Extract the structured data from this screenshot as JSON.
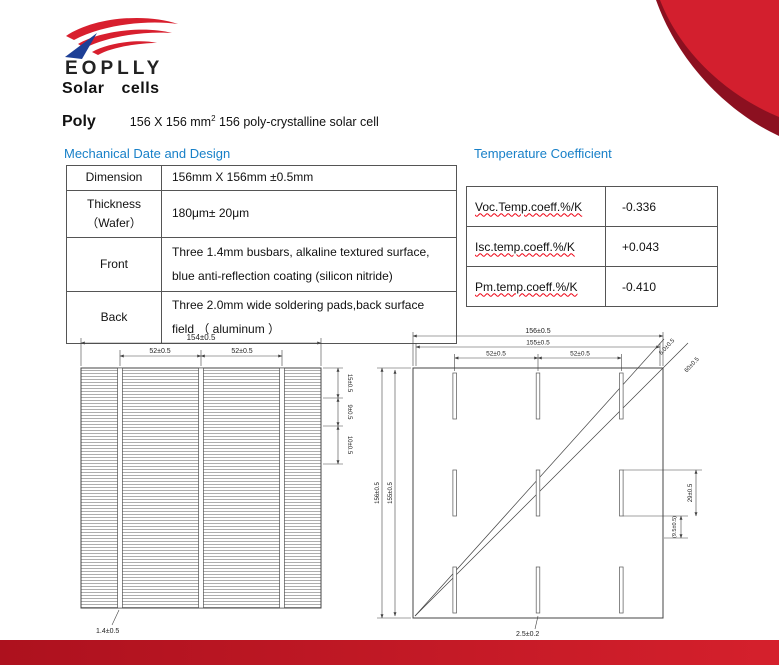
{
  "logo": {
    "text": "EOPLLY"
  },
  "headings": {
    "product": "Solar cells",
    "type": "Poly",
    "type_desc_prefix": "156 X 156 mm",
    "type_desc_sup": "2",
    "type_desc_suffix": " 156 poly-crystalline solar cell"
  },
  "mechanical": {
    "title": "Mechanical Date and Design",
    "rows": [
      {
        "label": "Dimension",
        "value": "156mm X 156mm  ±0.5mm"
      },
      {
        "label": "Thickness",
        "label2": "（Wafer）",
        "value": "180μm±  20μm"
      },
      {
        "label": "Front",
        "value": "Three 1.4mm busbars, alkaline textured surface, blue anti-reflection coating (silicon nitride)"
      },
      {
        "label": "Back",
        "value": "Three 2.0mm wide soldering pads,back surface field （ aluminum ）"
      }
    ]
  },
  "temperature": {
    "title": "Temperature Coefficient",
    "rows": [
      {
        "label": "Voc.Temp.coeff.%/K",
        "value": "-0.336"
      },
      {
        "label": "Isc.temp.coeff.%/K",
        "value": "+0.043"
      },
      {
        "label": "Pm.temp.coeff.%/K",
        "value": "-0.410"
      }
    ]
  },
  "drawings": {
    "front": {
      "dim_overall": "154±0.5",
      "dim_left_gap": "52±0.5",
      "dim_right_gap": "52±0.5",
      "dim_side_top": "15±0.5",
      "dim_side_mid": "9±0.5",
      "dim_side_bottom": "10±0.5",
      "dim_busbar_width": "1.4±0.5"
    },
    "back": {
      "dim_top_outer": "156±0.5",
      "dim_top_inner": "155±0.5",
      "dim_left_gap": "52±0.5",
      "dim_right_gap": "52±0.5",
      "dim_diag1": "6.0±0.5",
      "dim_diag2": "60±0.5",
      "dim_side_outer": "156±0.5",
      "dim_side_inner": "155±0.5",
      "dim_pad_len": "29±0.5",
      "dim_pad_gap": "(9.5±0.5)",
      "dim_pad_width": "2.5±0.2"
    }
  }
}
